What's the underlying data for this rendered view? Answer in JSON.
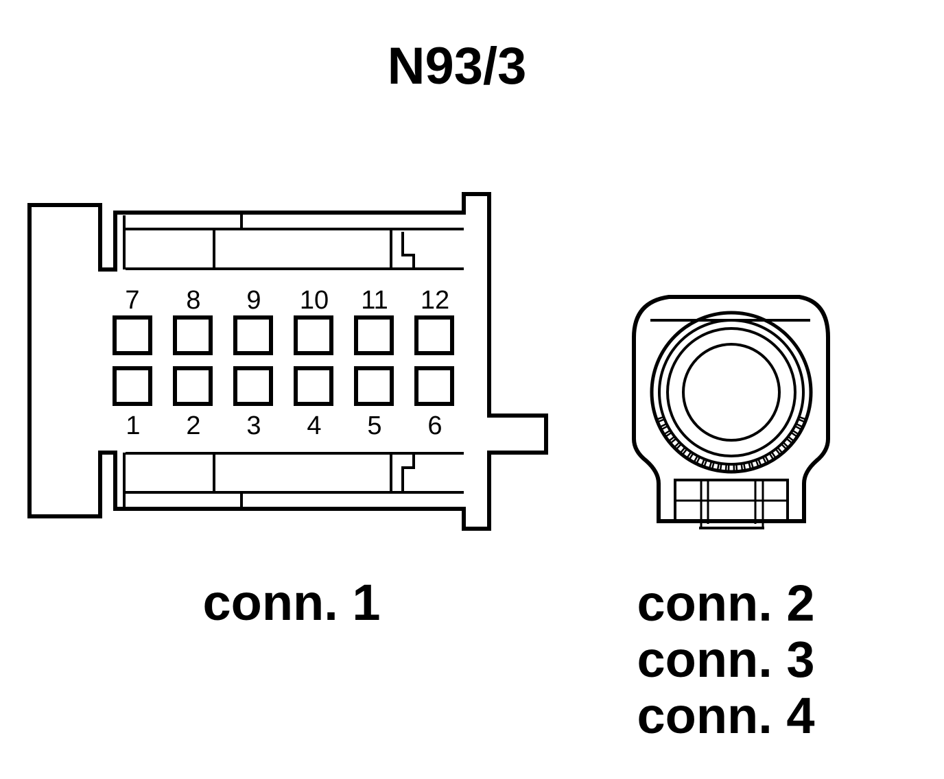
{
  "title": "N93/3",
  "connector_1": {
    "label": "conn. 1",
    "top_pins": [
      "7",
      "8",
      "9",
      "10",
      "11",
      "12"
    ],
    "bottom_pins": [
      "1",
      "2",
      "3",
      "4",
      "5",
      "6"
    ]
  },
  "connector_round": {
    "labels": [
      "conn. 2",
      "conn. 3",
      "conn. 4"
    ]
  },
  "colors": {
    "line": "#000000",
    "background": "#ffffff"
  }
}
